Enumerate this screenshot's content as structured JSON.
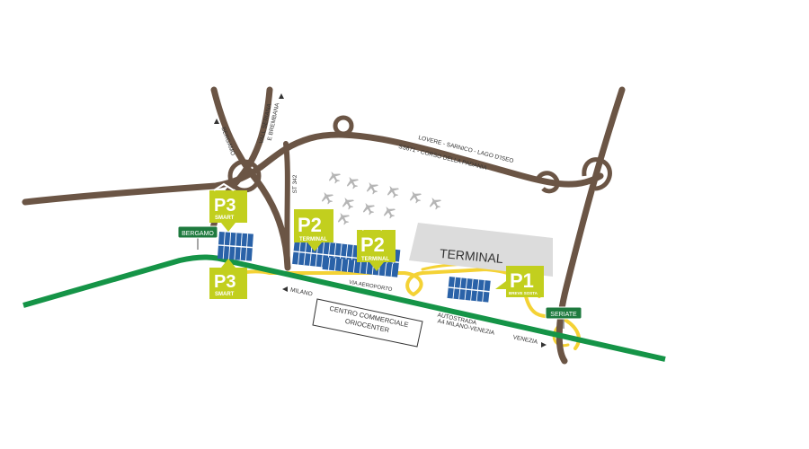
{
  "colors": {
    "main_road": "#6b5545",
    "motorway": "#159447",
    "parking_badge": "#c2cf1e",
    "parking_lot": "#2a62a8",
    "access_road": "#f4d235",
    "terminal_fill": "#dcdcdc",
    "sign_green": "#1e7a3e",
    "airplane": "#b5b5b5"
  },
  "roads": {
    "vall_seriana": [
      "VALL SERIANA",
      "E BREMBANA"
    ],
    "bergamo_north": "BERGAMO",
    "st342": "ST 342",
    "ss671": [
      "LOVERE - SARNICO - LAGO D'ISEO",
      "SS671 - CORSO DELLA PADANIA"
    ],
    "milano": "MILANO",
    "via_aeroporto": "VIA AEROPORTO",
    "autostrada": [
      "AUTOSTRADA",
      "A4 MILANO-VENEZIA"
    ],
    "venezia": "VENEZIA"
  },
  "signs": {
    "bergamo": "BERGAMO",
    "seriate": "SERIATE"
  },
  "terminal": {
    "label": "TERMINAL"
  },
  "shopping": {
    "line1": "CENTRO COMMERCIALE",
    "line2": "ORIOCENTER"
  },
  "parking": {
    "p3_upper": {
      "code": "P3",
      "caption": "SMART",
      "covered": true
    },
    "p3_lower": {
      "code": "P3",
      "caption": "SMART",
      "covered": false
    },
    "p2_left": {
      "code": "P2",
      "caption": "TERMINAL",
      "covered": false
    },
    "p2_right": {
      "code": "P2",
      "caption": "TERMINAL",
      "covered": true
    },
    "p1": {
      "code": "P1",
      "caption": "BREVE SOSTA",
      "covered": false
    }
  }
}
